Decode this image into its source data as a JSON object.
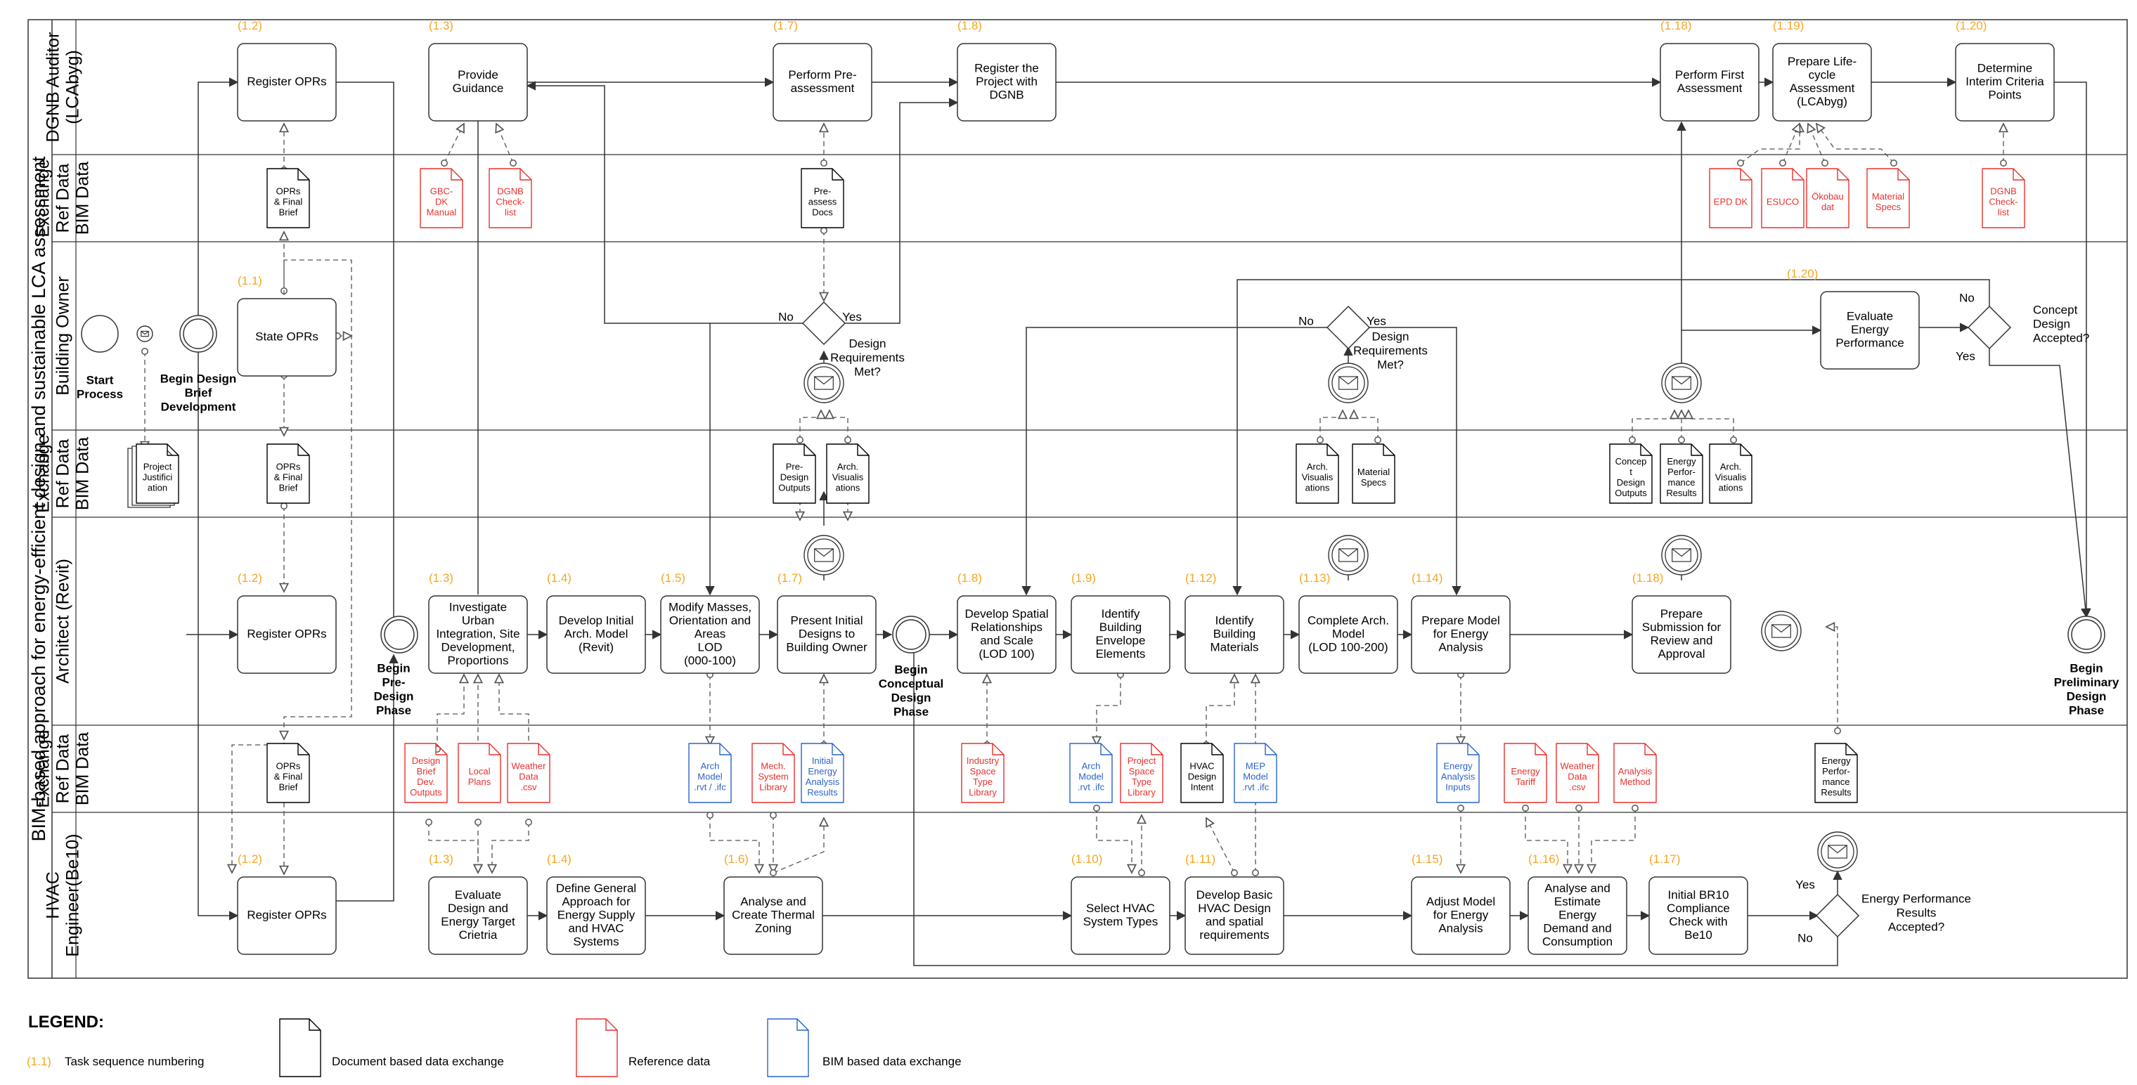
{
  "pool_title": "BIM-based approach for energy-efficient design and sustainable LCA assessment",
  "lanes": [
    {
      "label_lines": [
        "DGNB Auditor",
        "(LCAbyg)"
      ],
      "kind": "role"
    },
    {
      "label_lines": [
        "Exchange",
        "Ref Data",
        "BIM Data"
      ],
      "kind": "exchange"
    },
    {
      "label_lines": [
        "Building Owner"
      ],
      "kind": "role"
    },
    {
      "label_lines": [
        "Exchange",
        "Ref Data",
        "BIM Data"
      ],
      "kind": "exchange"
    },
    {
      "label_lines": [
        "Architect (Revit)"
      ],
      "kind": "role"
    },
    {
      "label_lines": [
        "Exchange",
        "Ref Data",
        "BIM Data"
      ],
      "kind": "exchange"
    },
    {
      "label_lines": [
        "HVAC",
        "Engineer(Be10)"
      ],
      "kind": "role"
    }
  ],
  "colors": {
    "ref": "#e8302c",
    "bim": "#2a64c8",
    "doc": "#000000",
    "number": "#f5a623"
  },
  "tasks": [
    {
      "id": "d12",
      "num": "(1.2)",
      "lines": [
        "Register OPRs"
      ]
    },
    {
      "id": "d13",
      "num": "(1.3)",
      "lines": [
        "Provide",
        "Guidance"
      ]
    },
    {
      "id": "d17",
      "num": "(1.7)",
      "lines": [
        "Perform Pre-",
        "assessment"
      ]
    },
    {
      "id": "d18",
      "num": "(1.8)",
      "lines": [
        "Register the",
        "Project with",
        "DGNB"
      ]
    },
    {
      "id": "d118",
      "num": "(1.18)",
      "lines": [
        "Perform First",
        "Assessment"
      ]
    },
    {
      "id": "d119",
      "num": "(1.19)",
      "lines": [
        "Prepare Life-",
        "cycle",
        "Assessment",
        "(LCAbyg)"
      ]
    },
    {
      "id": "d120",
      "num": "(1.20)",
      "lines": [
        "Determine",
        "Interim Criteria",
        "Points"
      ]
    },
    {
      "id": "o11",
      "num": "(1.1)",
      "lines": [
        "State OPRs"
      ]
    },
    {
      "id": "o120",
      "num": "(1.20)",
      "lines": [
        "Evaluate",
        "Energy",
        "Performance"
      ]
    },
    {
      "id": "a12",
      "num": "(1.2)",
      "lines": [
        "Register OPRs"
      ]
    },
    {
      "id": "a13",
      "num": "(1.3)",
      "lines": [
        "Investigate",
        "Urban",
        "Integration, Site",
        "Development,",
        "Proportions"
      ]
    },
    {
      "id": "a14",
      "num": "(1.4)",
      "lines": [
        "Develop Initial",
        "Arch. Model",
        "(Revit)"
      ]
    },
    {
      "id": "a15",
      "num": "(1.5)",
      "lines": [
        "Modify Masses,",
        "Orientation and",
        "Areas",
        "LOD",
        "(000-100)"
      ]
    },
    {
      "id": "a17",
      "num": "(1.7)",
      "lines": [
        "Present Initial",
        "Designs to",
        "Building Owner"
      ]
    },
    {
      "id": "a18",
      "num": "(1.8)",
      "lines": [
        "Develop Spatial",
        "Relationships",
        "and Scale",
        "(LOD 100)"
      ]
    },
    {
      "id": "a19",
      "num": "(1.9)",
      "lines": [
        "Identify",
        "Building",
        "Envelope",
        "Elements"
      ]
    },
    {
      "id": "a112",
      "num": "(1.12)",
      "lines": [
        "Identify",
        "Building",
        "Materials"
      ]
    },
    {
      "id": "a113",
      "num": "(1.13)",
      "lines": [
        "Complete Arch.",
        "Model",
        "(LOD 100-200)"
      ]
    },
    {
      "id": "a114",
      "num": "(1.14)",
      "lines": [
        "Prepare Model",
        "for Energy",
        "Analysis"
      ]
    },
    {
      "id": "a118",
      "num": "(1.18)",
      "lines": [
        "Prepare",
        "Submission for",
        "Review and",
        "Approval"
      ]
    },
    {
      "id": "h12",
      "num": "(1.2)",
      "lines": [
        "Register OPRs"
      ]
    },
    {
      "id": "h13",
      "num": "(1.3)",
      "lines": [
        "Evaluate",
        "Design and",
        "Energy Target",
        "Crietria"
      ]
    },
    {
      "id": "h14",
      "num": "(1.4)",
      "lines": [
        "Define General",
        "Approach for",
        "Energy Supply",
        "and HVAC",
        "Systems"
      ]
    },
    {
      "id": "h16",
      "num": "(1.6)",
      "lines": [
        "Analyse and",
        "Create Thermal",
        "Zoning"
      ]
    },
    {
      "id": "h110",
      "num": "(1.10)",
      "lines": [
        "Select HVAC",
        "System Types"
      ]
    },
    {
      "id": "h111",
      "num": "(1.11)",
      "lines": [
        "Develop Basic",
        "HVAC Design",
        "and spatial",
        "requirements"
      ]
    },
    {
      "id": "h115",
      "num": "(1.15)",
      "lines": [
        "Adjust Model",
        "for Energy",
        "Analysis"
      ]
    },
    {
      "id": "h116",
      "num": "(1.16)",
      "lines": [
        "Analyse and",
        "Estimate",
        "Energy",
        "Demand and",
        "Consumption"
      ]
    },
    {
      "id": "h117",
      "num": "(1.17)",
      "lines": [
        "Initial BR10",
        "Compliance",
        "Check with",
        "Be10"
      ]
    }
  ],
  "documents": [
    {
      "id": "x1",
      "kind": "doc",
      "lines": [
        "OPRs",
        "& Final",
        "Brief"
      ]
    },
    {
      "id": "x2",
      "kind": "ref",
      "lines": [
        "GBC-",
        "DK",
        "Manual"
      ]
    },
    {
      "id": "x3",
      "kind": "ref",
      "lines": [
        "DGNB",
        "Check-",
        "list"
      ]
    },
    {
      "id": "x4",
      "kind": "doc",
      "lines": [
        "Pre-",
        "assess",
        "Docs"
      ]
    },
    {
      "id": "x5",
      "kind": "ref",
      "lines": [
        "EPD DK"
      ]
    },
    {
      "id": "x6",
      "kind": "ref",
      "lines": [
        "ESUCO"
      ]
    },
    {
      "id": "x7",
      "kind": "ref",
      "lines": [
        "Ökobau",
        "dat"
      ]
    },
    {
      "id": "x8",
      "kind": "ref",
      "lines": [
        "Material",
        "Specs"
      ]
    },
    {
      "id": "x9",
      "kind": "ref",
      "lines": [
        "DGNB",
        "Check-",
        "list"
      ]
    },
    {
      "id": "y0",
      "kind": "doc",
      "lines": [
        "Project",
        "Justifici",
        "ation"
      ]
    },
    {
      "id": "y1",
      "kind": "doc",
      "lines": [
        "OPRs",
        "& Final",
        "Brief"
      ]
    },
    {
      "id": "y2",
      "kind": "doc",
      "lines": [
        "Pre-",
        "Design",
        "Outputs"
      ]
    },
    {
      "id": "y3",
      "kind": "doc",
      "lines": [
        "Arch.",
        "Visualis",
        "ations"
      ]
    },
    {
      "id": "y4",
      "kind": "doc",
      "lines": [
        "Arch.",
        "Visualis",
        "ations"
      ]
    },
    {
      "id": "y5",
      "kind": "doc",
      "lines": [
        "Material",
        "Specs"
      ]
    },
    {
      "id": "y6",
      "kind": "doc",
      "lines": [
        "Concep",
        "t",
        "Design",
        "Outputs"
      ]
    },
    {
      "id": "y7",
      "kind": "doc",
      "lines": [
        "Energy",
        "Perfor-",
        "mance",
        "Results"
      ]
    },
    {
      "id": "y8",
      "kind": "doc",
      "lines": [
        "Arch.",
        "Visualis",
        "ations"
      ]
    },
    {
      "id": "z1",
      "kind": "doc",
      "lines": [
        "OPRs",
        "& Final",
        "Brief"
      ]
    },
    {
      "id": "z2",
      "kind": "ref",
      "lines": [
        "Design",
        "Brief",
        "Dev.",
        "Outputs"
      ]
    },
    {
      "id": "z3",
      "kind": "ref",
      "lines": [
        "Local",
        "Plans"
      ]
    },
    {
      "id": "z4",
      "kind": "ref",
      "lines": [
        "Weather",
        "Data",
        ".csv"
      ]
    },
    {
      "id": "z5",
      "kind": "bim",
      "lines": [
        "Arch",
        "Model",
        ".rvt / .ifc"
      ]
    },
    {
      "id": "z6",
      "kind": "ref",
      "lines": [
        "Mech.",
        "System",
        "Library"
      ]
    },
    {
      "id": "z7",
      "kind": "bim",
      "lines": [
        "Initial",
        "Energy",
        "Analysis",
        "Results"
      ]
    },
    {
      "id": "z8",
      "kind": "ref",
      "lines": [
        "Industry",
        "Space",
        "Type",
        "Library"
      ]
    },
    {
      "id": "z9",
      "kind": "bim",
      "lines": [
        "Arch",
        "Model",
        ".rvt .ifc"
      ]
    },
    {
      "id": "z10",
      "kind": "ref",
      "lines": [
        "Project",
        "Space",
        "Type",
        "Library"
      ]
    },
    {
      "id": "z11",
      "kind": "doc",
      "lines": [
        "HVAC",
        "Design",
        "Intent"
      ]
    },
    {
      "id": "z12",
      "kind": "bim",
      "lines": [
        "MEP",
        "Model",
        ".rvt .ifc"
      ]
    },
    {
      "id": "z13",
      "kind": "bim",
      "lines": [
        "Energy",
        "Analysis",
        "Inputs"
      ]
    },
    {
      "id": "z14",
      "kind": "ref",
      "lines": [
        "Energy",
        "Tariff"
      ]
    },
    {
      "id": "z15",
      "kind": "ref",
      "lines": [
        "Weather",
        "Data",
        ".csv"
      ]
    },
    {
      "id": "z16",
      "kind": "ref",
      "lines": [
        "Analysis",
        "Method"
      ]
    },
    {
      "id": "z17",
      "kind": "doc",
      "lines": [
        "Energy",
        "Perfor-",
        "mance",
        "Results"
      ]
    }
  ],
  "events": [
    {
      "id": "start",
      "lines": [
        "Start",
        "Process"
      ]
    },
    {
      "id": "bdb",
      "lines": [
        "Begin Design",
        "Brief",
        "Development"
      ]
    },
    {
      "id": "bpd",
      "lines": [
        "Begin",
        "Pre-",
        "Design",
        "Phase"
      ]
    },
    {
      "id": "bcd",
      "lines": [
        "Begin",
        "Conceptual",
        "Design",
        "Phase"
      ]
    },
    {
      "id": "bpre",
      "lines": [
        "Begin",
        "Preliminary",
        "Design",
        "Phase"
      ]
    }
  ],
  "gateways": [
    {
      "id": "g1",
      "lines": [
        "Design",
        "Requirements",
        "Met?"
      ],
      "no": "No",
      "yes": "Yes"
    },
    {
      "id": "g2",
      "lines": [
        "Design",
        "Requirements",
        "Met?"
      ],
      "no": "No",
      "yes": "Yes"
    },
    {
      "id": "g3",
      "lines": [
        "Concept",
        "Design",
        "Accepted?"
      ],
      "no": "No",
      "yes": "Yes"
    },
    {
      "id": "g4",
      "lines": [
        "Energy Performance",
        "Results",
        "Accepted?"
      ],
      "no": "No",
      "yes": "Yes"
    }
  ],
  "legend": {
    "title": "LEGEND:",
    "number_sample": "(1.1)",
    "number_text": "Task sequence numbering",
    "doc_text": "Document based data exchange",
    "ref_text": "Reference data",
    "bim_text": "BIM based data exchange"
  }
}
